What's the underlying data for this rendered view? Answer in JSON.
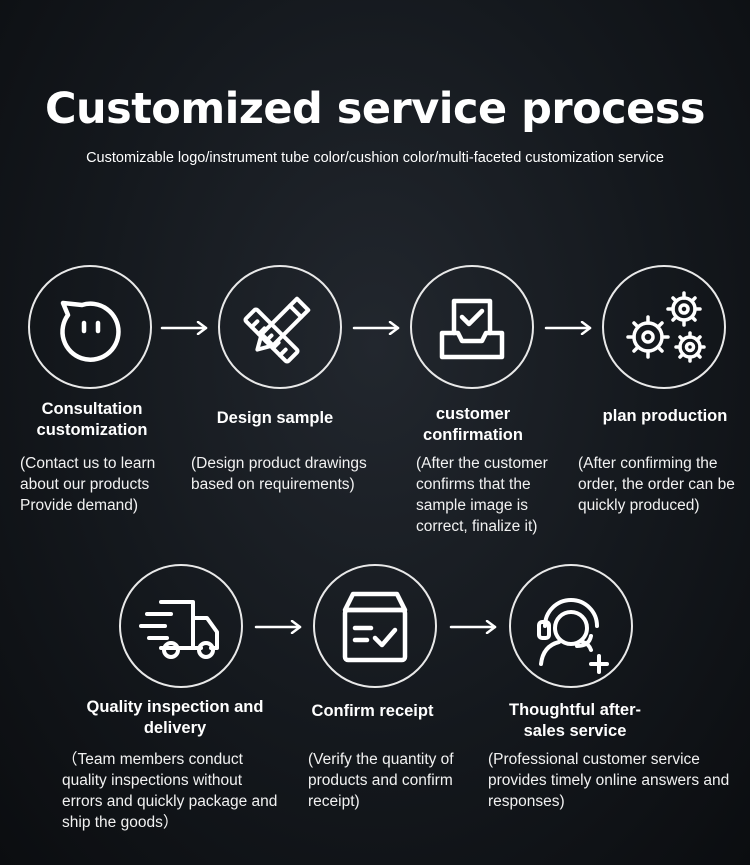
{
  "title": "Customized service process",
  "subtitle": "Customizable logo/instrument tube color/cushion color/multi-faceted customization service",
  "steps": [
    {
      "icon": "chat-face-icon",
      "label": "Consultation customization",
      "desc": "(Contact us to learn about our products Provide demand)"
    },
    {
      "icon": "pencil-ruler-icon",
      "label": "Design sample",
      "desc": "(Design product drawings based on requirements)"
    },
    {
      "icon": "inbox-check-icon",
      "label": "customer confirmation",
      "desc": "(After the customer confirms that the sample image is correct, finalize it)"
    },
    {
      "icon": "gears-icon",
      "label": "plan production",
      "desc": "(After confirming the order, the order can be quickly produced)"
    },
    {
      "icon": "delivery-truck-icon",
      "label": "Quality inspection and delivery",
      "desc": "（Team members conduct quality inspections without errors and quickly package and ship the goods）"
    },
    {
      "icon": "box-check-icon",
      "label": "Confirm receipt",
      "desc": "(Verify the quantity of products and confirm receipt)"
    },
    {
      "icon": "headset-support-icon",
      "label": "Thoughtful after-sales service",
      "desc": "(Professional customer service provides timely online answers and responses)"
    }
  ]
}
